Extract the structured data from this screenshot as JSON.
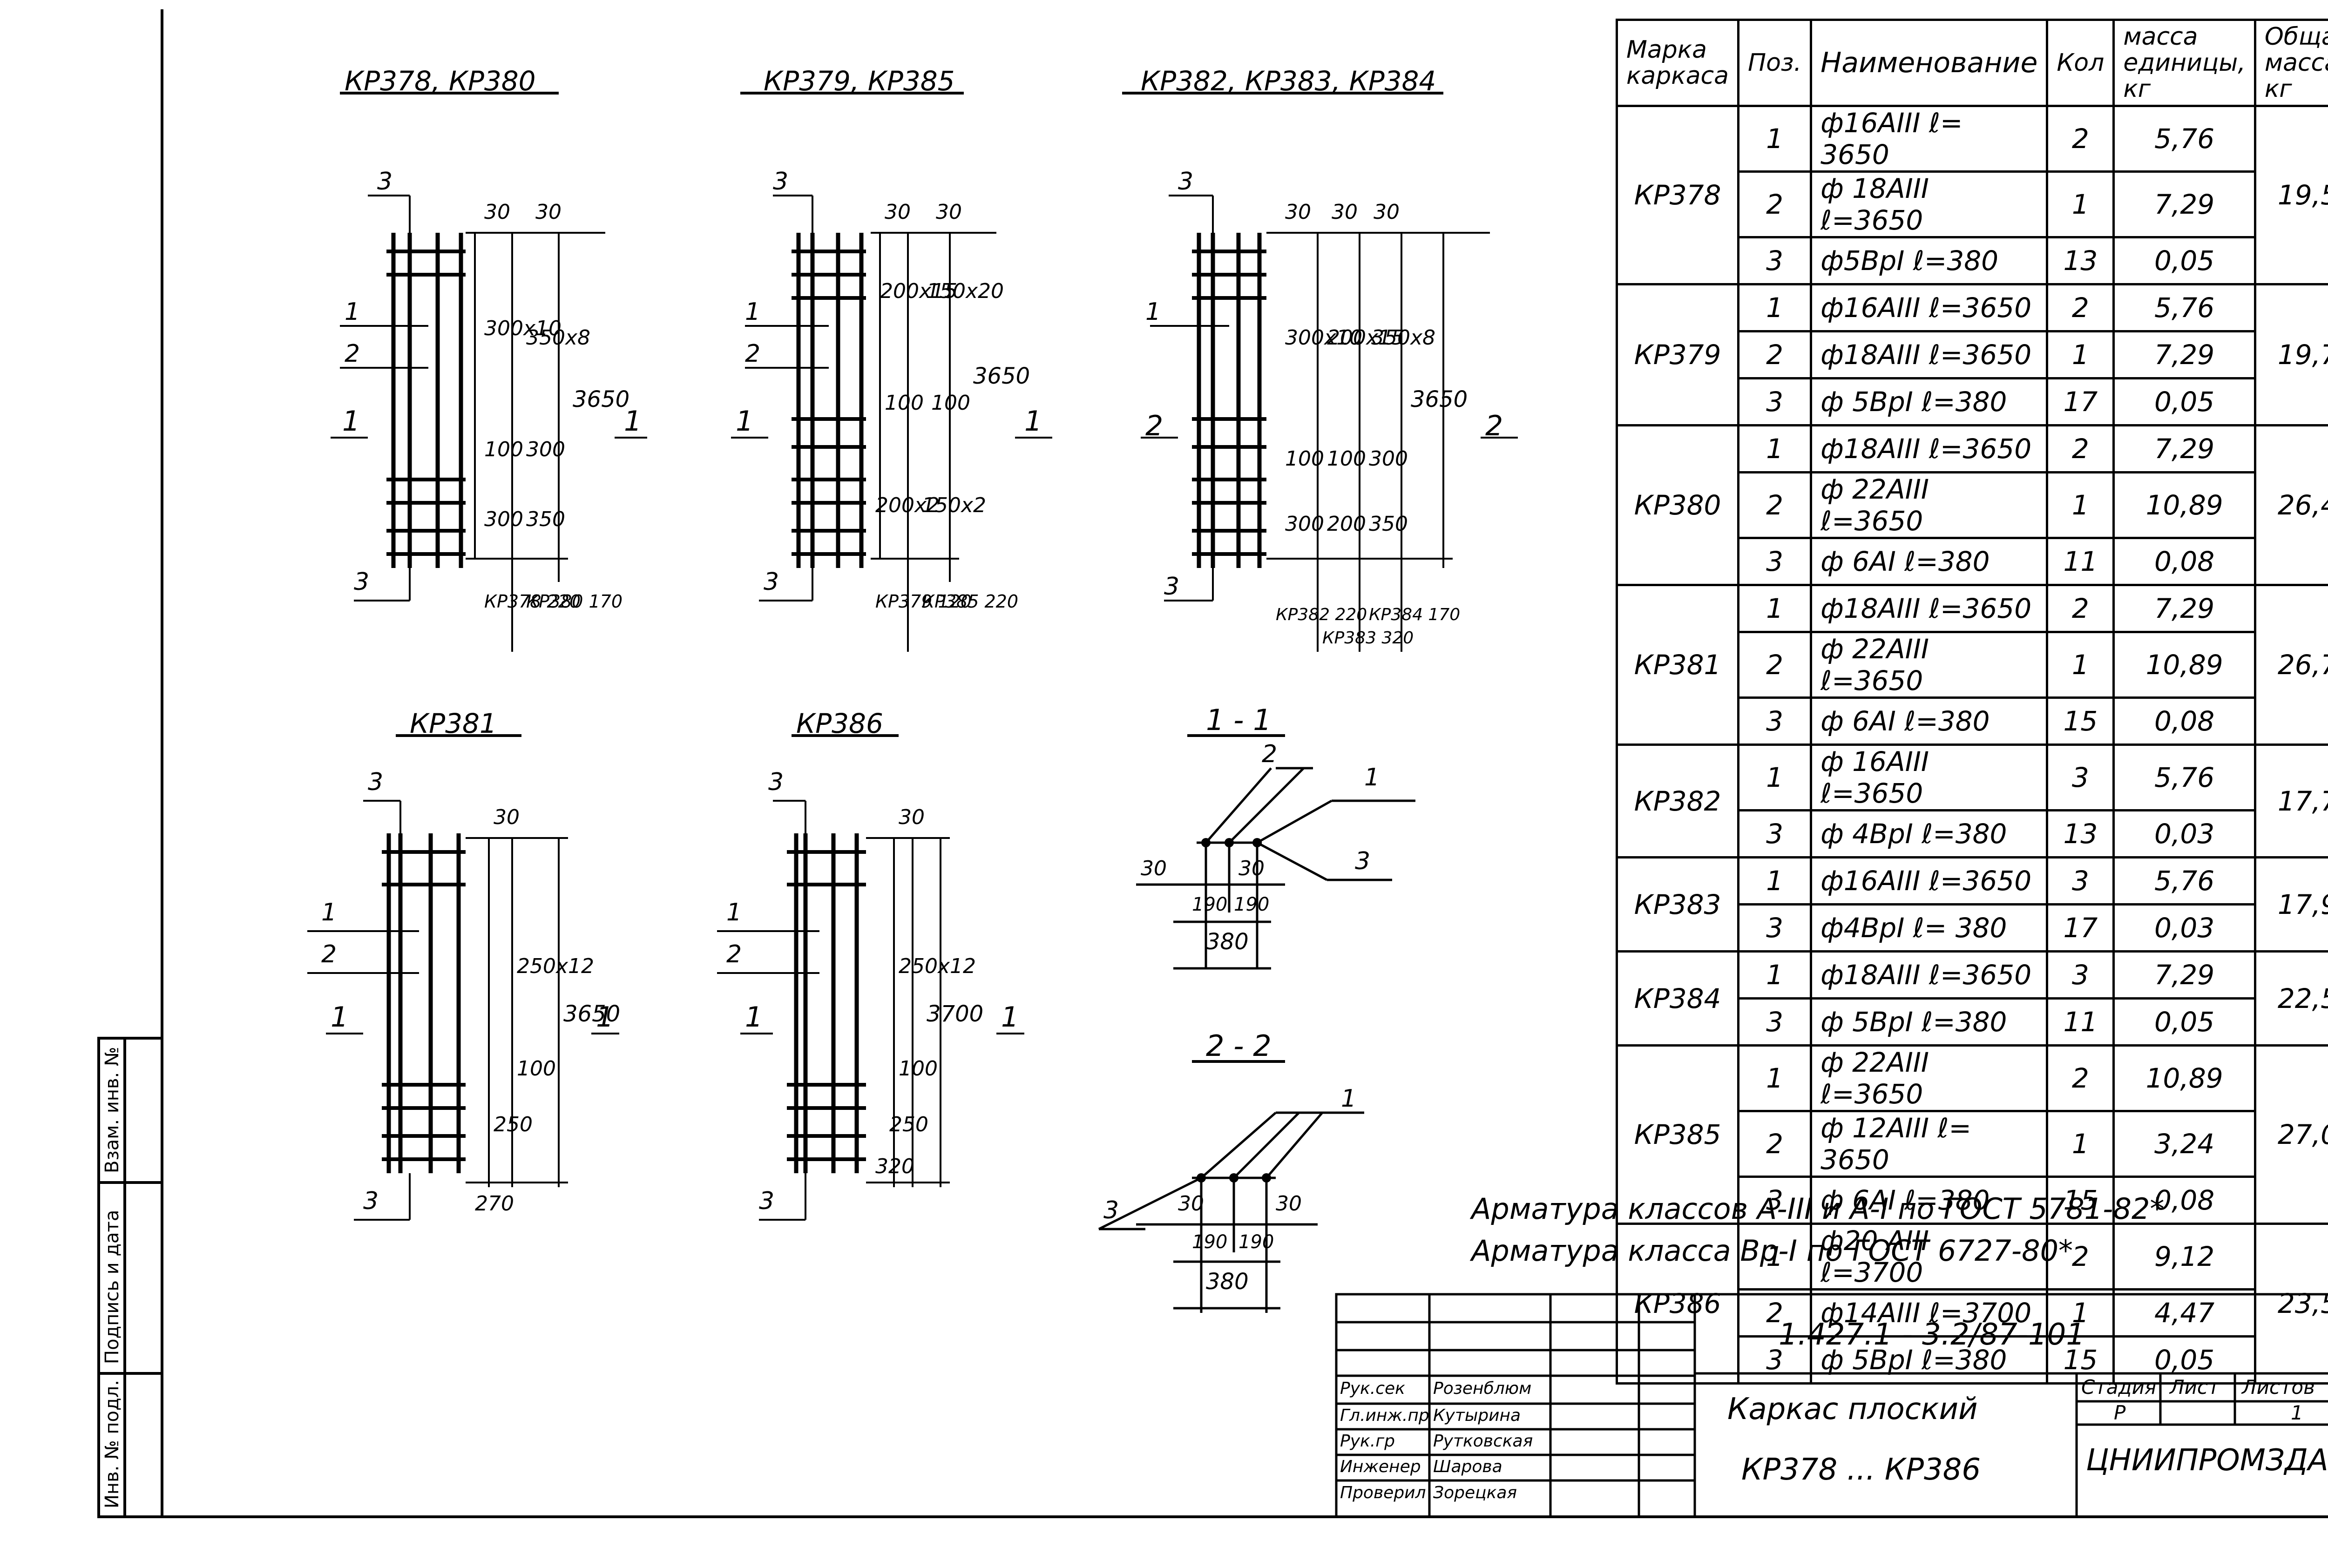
{
  "drawings": {
    "d1": {
      "title": "КР378, КР380",
      "dims": [
        "30",
        "30",
        "300x10",
        "350x8",
        "3650",
        "100",
        "300",
        "300",
        "350",
        "КР378 220",
        "КР380 170"
      ],
      "marks": [
        "3",
        "1",
        "2",
        "1",
        "1",
        "3"
      ]
    },
    "d2": {
      "title": "КР379, КР385",
      "dims": [
        "30",
        "30",
        "200x15",
        "150x20",
        "3650",
        "100",
        "100",
        "200x2",
        "150x2",
        "КР379 120",
        "КР385 220"
      ],
      "marks": [
        "3",
        "1",
        "2",
        "1",
        "1",
        "3"
      ]
    },
    "d3": {
      "title": "КР382, КР383, КР384",
      "dims": [
        "30",
        "30",
        "30",
        "300x10",
        "200x15",
        "350x8",
        "3650",
        "100",
        "100",
        "300",
        "300",
        "200",
        "350",
        "КР382 220",
        "КР383 320",
        "КР384 170"
      ],
      "marks": [
        "3",
        "1",
        "2",
        "2",
        "3"
      ]
    },
    "d4": {
      "title": "КР381",
      "dims": [
        "30",
        "250x12",
        "3650",
        "100",
        "250",
        "270"
      ],
      "marks": [
        "3",
        "1",
        "2",
        "1",
        "1",
        "3"
      ]
    },
    "d5": {
      "title": "КР386",
      "dims": [
        "30",
        "250x12",
        "3700",
        "100",
        "250",
        "320"
      ],
      "marks": [
        "3",
        "1",
        "2",
        "1",
        "1",
        "3"
      ]
    },
    "s1": {
      "title": "1 - 1",
      "dims": [
        "30",
        "30",
        "190",
        "190",
        "380"
      ],
      "marks": [
        "2",
        "1",
        "3"
      ]
    },
    "s2": {
      "title": "2 - 2",
      "dims": [
        "30",
        "30",
        "190",
        "190",
        "380"
      ],
      "marks": [
        "1",
        "3"
      ]
    }
  },
  "spec": {
    "headers": [
      "Марка каркаса",
      "Поз.",
      "Наименование",
      "Кол",
      "масса единицы, кг",
      "Общая масса, кг"
    ],
    "groups": [
      {
        "mark": "КР378",
        "total": "19,5",
        "rows": [
          [
            "1",
            "ф16АIII ℓ= 3650",
            "2",
            "5,76"
          ],
          [
            "2",
            "ф 18АIII ℓ=3650",
            "1",
            "7,29"
          ],
          [
            "3",
            "ф5ВрI ℓ=380",
            "13",
            "0,05"
          ]
        ]
      },
      {
        "mark": "КР379",
        "total": "19,7",
        "rows": [
          [
            "1",
            "ф16АIII ℓ=3650",
            "2",
            "5,76"
          ],
          [
            "2",
            "ф18АIII ℓ=3650",
            "1",
            "7,29"
          ],
          [
            "3",
            "ф 5ВрI ℓ=380",
            "17",
            "0,05"
          ]
        ]
      },
      {
        "mark": "КР380",
        "total": "26,4",
        "rows": [
          [
            "1",
            "ф18АIII ℓ=3650",
            "2",
            "7,29"
          ],
          [
            "2",
            "ф 22АIII ℓ=3650",
            "1",
            "10,89"
          ],
          [
            "3",
            "ф 6АI ℓ=380",
            "11",
            "0,08"
          ]
        ]
      },
      {
        "mark": "КР381",
        "total": "26,7",
        "rows": [
          [
            "1",
            "ф18АIII ℓ=3650",
            "2",
            "7,29"
          ],
          [
            "2",
            "ф 22АIII ℓ=3650",
            "1",
            "10,89"
          ],
          [
            "3",
            "ф 6АI ℓ=380",
            "15",
            "0,08"
          ]
        ]
      },
      {
        "mark": "КР382",
        "total": "17,7",
        "rows": [
          [
            "1",
            "ф 16АIII ℓ=3650",
            "3",
            "5,76"
          ],
          [
            "3",
            "ф 4ВрI ℓ=380",
            "13",
            "0,03"
          ]
        ]
      },
      {
        "mark": "КР383",
        "total": "17,9",
        "rows": [
          [
            "1",
            "ф16АIII ℓ=3650",
            "3",
            "5,76"
          ],
          [
            "3",
            "ф4ВрI ℓ= 380",
            "17",
            "0,03"
          ]
        ]
      },
      {
        "mark": "КР384",
        "total": "22,5",
        "rows": [
          [
            "1",
            "ф18АIII ℓ=3650",
            "3",
            "7,29"
          ],
          [
            "3",
            "ф 5ВрI ℓ=380",
            "11",
            "0,05"
          ]
        ]
      },
      {
        "mark": "КР385",
        "total": "27,0",
        "rows": [
          [
            "1",
            "ф 22АIII ℓ=3650",
            "2",
            "10,89"
          ],
          [
            "2",
            "ф 12АIII ℓ= 3650",
            "1",
            "3,24"
          ],
          [
            "3",
            "ф 6АI ℓ=380",
            "15",
            "0,08"
          ]
        ]
      },
      {
        "mark": "КР386",
        "total": "23,5",
        "rows": [
          [
            "1",
            "ф20 АIII ℓ=3700",
            "2",
            "9,12"
          ],
          [
            "2",
            "ф14АIII ℓ=3700",
            "1",
            "4,47"
          ],
          [
            "3",
            "ф 5ВрI ℓ=380",
            "15",
            "0,05"
          ]
        ]
      }
    ]
  },
  "notes": {
    "line1": "Арматура классов А-III и А-I по ГОСТ 5781-82*",
    "line2": "Арматура класса Вр-I по ГОСТ 6727-80*"
  },
  "titleblock": {
    "code": "1.427.1 - 3.2/87-101",
    "name1": "Каркас плоский",
    "name2": "КР378 ... КР386",
    "stage_label": "Стадия",
    "sheet_label": "Лист",
    "sheets_label": "Листов",
    "stage": "Р",
    "sheet": "",
    "sheets": "1",
    "org": "ЦНИИПРОМЗДАНИЙ",
    "people": [
      {
        "role": "Рук.сек",
        "name": "Розенблюм"
      },
      {
        "role": "Гл.инж.пр",
        "name": "Кутырина"
      },
      {
        "role": "Рук.гр",
        "name": "Рутковская"
      },
      {
        "role": "Инженер",
        "name": "Шарова"
      },
      {
        "role": "Проверил",
        "name": "Зорецкая"
      }
    ]
  },
  "side_stamp": {
    "f1": "Инв. № подл.",
    "f2": "Подпись и дата",
    "f3": "Взам. инв. №"
  }
}
